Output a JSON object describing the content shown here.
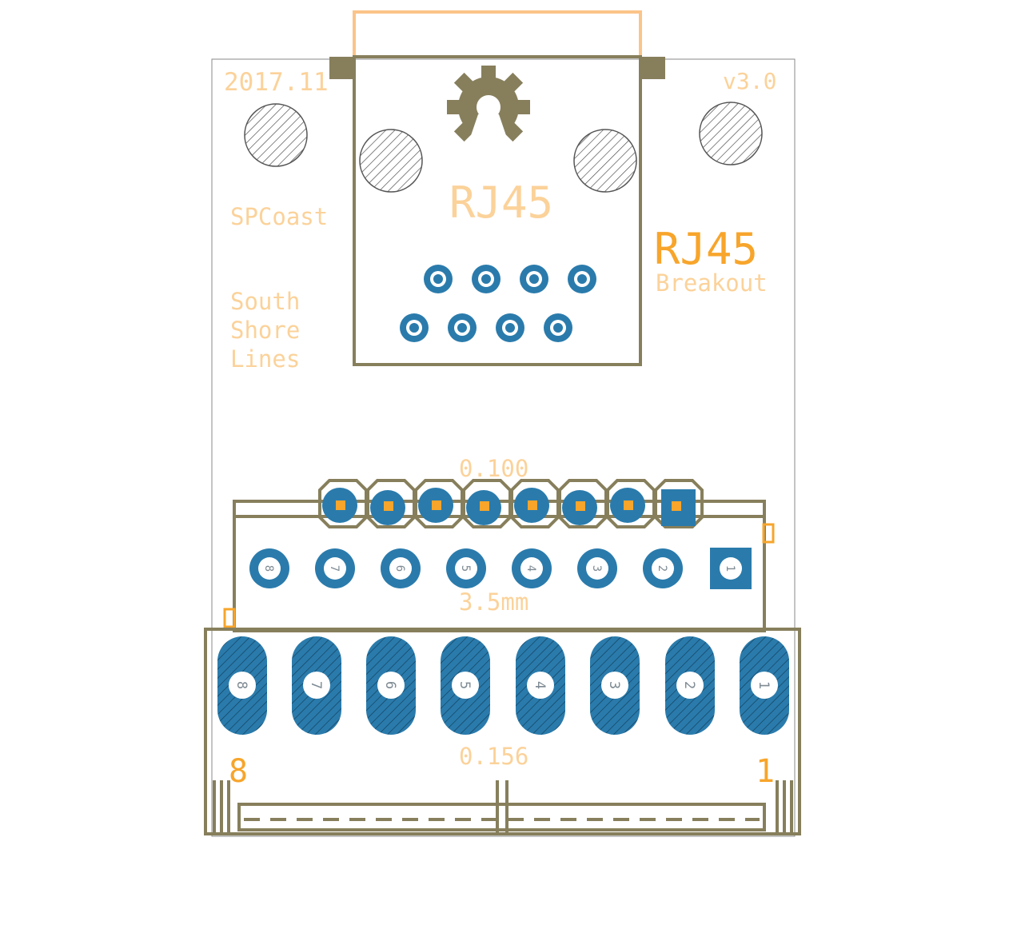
{
  "labels": {
    "date": "2017.11",
    "version": "v3.0",
    "company": "SPCoast",
    "org_line1": "South",
    "org_line2": "Shore",
    "org_line3": "Lines",
    "jack_label": "RJ45",
    "title": "RJ45",
    "subtitle": "Breakout",
    "header_pitch": "0.100",
    "block_pitch": "3.5mm",
    "terminal_pitch": "0.156",
    "pin_left": "8",
    "pin_right": "1"
  },
  "pin_numbers": [
    "8",
    "7",
    "6",
    "5",
    "4",
    "3",
    "2",
    "1"
  ],
  "colors": {
    "silkscreen_outline": "#877f5c",
    "silkscreen_light": "#fbd29a",
    "silkscreen_orange": "#f7a52b",
    "copper_pad": "#2a7bac",
    "drill": "#ffffff",
    "board_edge": "#888888"
  }
}
